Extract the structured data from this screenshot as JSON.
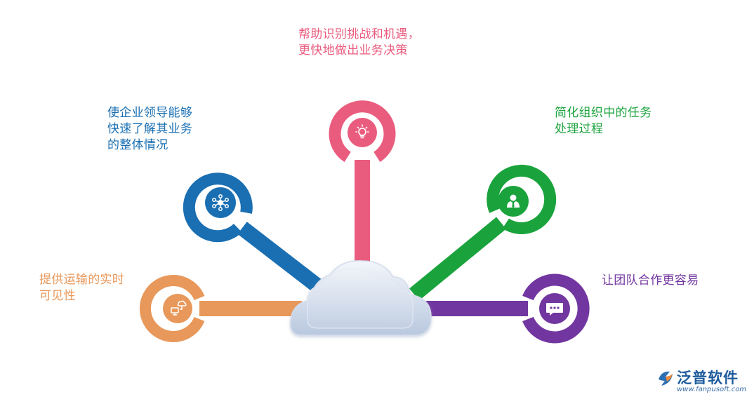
{
  "nodes": [
    {
      "key": "pink",
      "color": "#ea5c7e",
      "icon": "lightbulb-icon",
      "text": "帮助识别挑战和机遇，\n更快地做出业务决策"
    },
    {
      "key": "blue",
      "color": "#1a6fb2",
      "icon": "network-icon",
      "text": "使企业领导能够\n快速了解其业务\n的整体情况"
    },
    {
      "key": "green",
      "color": "#1aa33c",
      "icon": "user-icon",
      "text": "简化组织中的任务\n处理过程"
    },
    {
      "key": "orange",
      "color": "#e8985a",
      "icon": "cloud-computer-icon",
      "text": "提供运输的实时\n可见性"
    },
    {
      "key": "purple",
      "color": "#7236a0",
      "icon": "chat-bubble-icon",
      "text": "让团队合作更容易"
    }
  ],
  "logo": {
    "name": "泛普软件",
    "url": "www.fanpusoft.com"
  }
}
